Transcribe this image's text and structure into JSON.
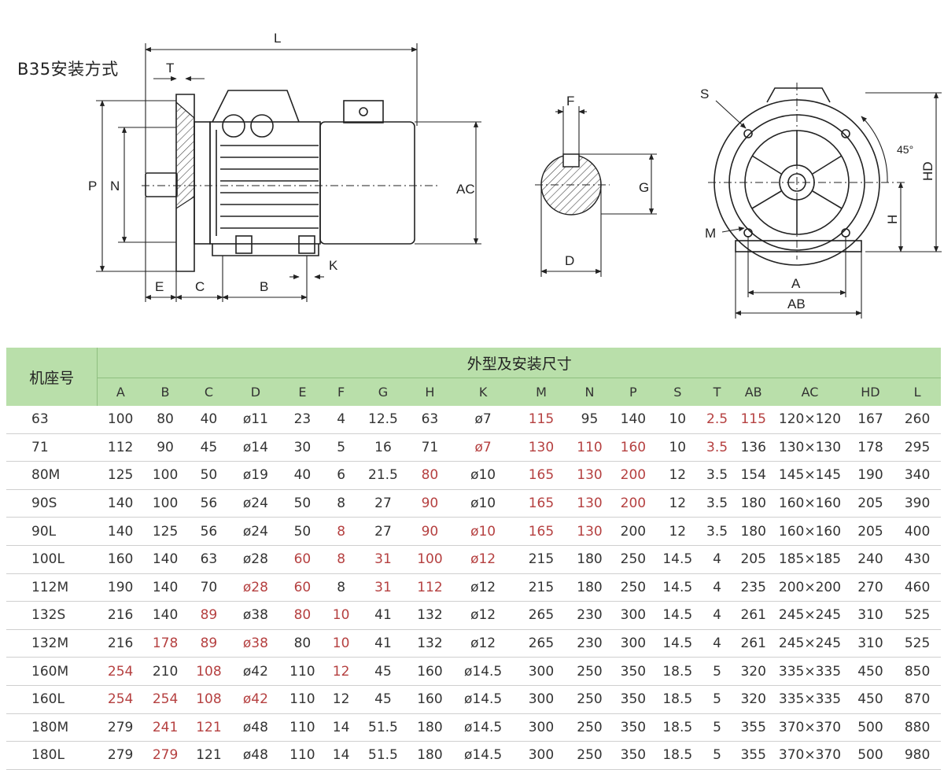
{
  "title": "B35安装方式",
  "drawing": {
    "side_labels": [
      "L",
      "T",
      "P",
      "N",
      "AC",
      "E",
      "C",
      "B",
      "K"
    ],
    "shaft_labels": [
      "F",
      "G",
      "D"
    ],
    "front_labels": [
      "S",
      "45°",
      "HD",
      "H",
      "M",
      "A",
      "AB"
    ]
  },
  "table": {
    "frame_header": "机座号",
    "group_header": "外型及安装尺寸",
    "columns": [
      "A",
      "B",
      "C",
      "D",
      "E",
      "F",
      "G",
      "H",
      "K",
      "M",
      "N",
      "P",
      "S",
      "T",
      "AB",
      "AC",
      "HD",
      "L"
    ],
    "rows": [
      [
        "63",
        "100",
        "80",
        "40",
        "ø11",
        "23",
        "4",
        "12.5",
        "63",
        "ø7",
        "115",
        "95",
        "140",
        "10",
        "2.5",
        "115",
        "120×120",
        "167",
        "260"
      ],
      [
        "71",
        "112",
        "90",
        "45",
        "ø14",
        "30",
        "5",
        "16",
        "71",
        "ø7",
        "130",
        "110",
        "160",
        "10",
        "3.5",
        "136",
        "130×130",
        "178",
        "295"
      ],
      [
        "80M",
        "125",
        "100",
        "50",
        "ø19",
        "40",
        "6",
        "21.5",
        "80",
        "ø10",
        "165",
        "130",
        "200",
        "12",
        "3.5",
        "154",
        "145×145",
        "190",
        "340"
      ],
      [
        "90S",
        "140",
        "100",
        "56",
        "ø24",
        "50",
        "8",
        "27",
        "90",
        "ø10",
        "165",
        "130",
        "200",
        "12",
        "3.5",
        "180",
        "160×160",
        "205",
        "390"
      ],
      [
        "90L",
        "140",
        "125",
        "56",
        "ø24",
        "50",
        "8",
        "27",
        "90",
        "ø10",
        "165",
        "130",
        "200",
        "12",
        "3.5",
        "180",
        "160×160",
        "205",
        "400"
      ],
      [
        "100L",
        "160",
        "140",
        "63",
        "ø28",
        "60",
        "8",
        "31",
        "100",
        "ø12",
        "215",
        "180",
        "250",
        "14.5",
        "4",
        "205",
        "185×185",
        "240",
        "430"
      ],
      [
        "112M",
        "190",
        "140",
        "70",
        "ø28",
        "60",
        "8",
        "31",
        "112",
        "ø12",
        "215",
        "180",
        "250",
        "14.5",
        "4",
        "235",
        "200×200",
        "270",
        "460"
      ],
      [
        "132S",
        "216",
        "140",
        "89",
        "ø38",
        "80",
        "10",
        "41",
        "132",
        "ø12",
        "265",
        "230",
        "300",
        "14.5",
        "4",
        "261",
        "245×245",
        "310",
        "525"
      ],
      [
        "132M",
        "216",
        "178",
        "89",
        "ø38",
        "80",
        "10",
        "41",
        "132",
        "ø12",
        "265",
        "230",
        "300",
        "14.5",
        "4",
        "261",
        "245×245",
        "310",
        "525"
      ],
      [
        "160M",
        "254",
        "210",
        "108",
        "ø42",
        "110",
        "12",
        "45",
        "160",
        "ø14.5",
        "300",
        "250",
        "350",
        "18.5",
        "5",
        "320",
        "335×335",
        "450",
        "850"
      ],
      [
        "160L",
        "254",
        "254",
        "108",
        "ø42",
        "110",
        "12",
        "45",
        "160",
        "ø14.5",
        "300",
        "250",
        "350",
        "18.5",
        "5",
        "320",
        "335×335",
        "450",
        "870"
      ],
      [
        "180M",
        "279",
        "241",
        "121",
        "ø48",
        "110",
        "14",
        "51.5",
        "180",
        "ø14.5",
        "300",
        "250",
        "350",
        "18.5",
        "5",
        "355",
        "370×370",
        "500",
        "880"
      ],
      [
        "180L",
        "279",
        "279",
        "121",
        "ø48",
        "110",
        "14",
        "51.5",
        "180",
        "ø14.5",
        "300",
        "250",
        "350",
        "18.5",
        "5",
        "355",
        "370×370",
        "500",
        "980"
      ]
    ]
  },
  "colors": {
    "header_bg": "#b9dfaa",
    "line": "#222222",
    "reddish_text": "#b54040"
  }
}
